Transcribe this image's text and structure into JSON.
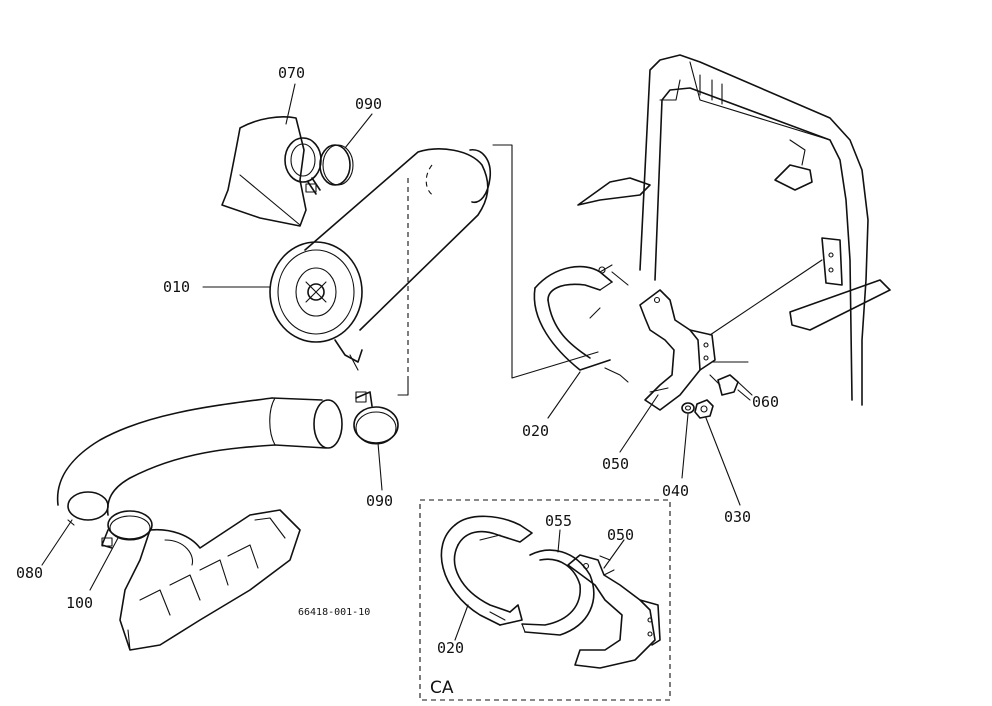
{
  "labels": {
    "p010": "010",
    "p020": "020",
    "p020_ca": "020",
    "p030": "030",
    "p040": "040",
    "p050": "050",
    "p050_ca": "050",
    "p055": "055",
    "p060": "060",
    "p070": "070",
    "p090_top": "090",
    "p090_bottom": "090",
    "p080": "080",
    "p100": "100"
  },
  "drawing_code": "66418-001-10",
  "inset_label": "CA"
}
